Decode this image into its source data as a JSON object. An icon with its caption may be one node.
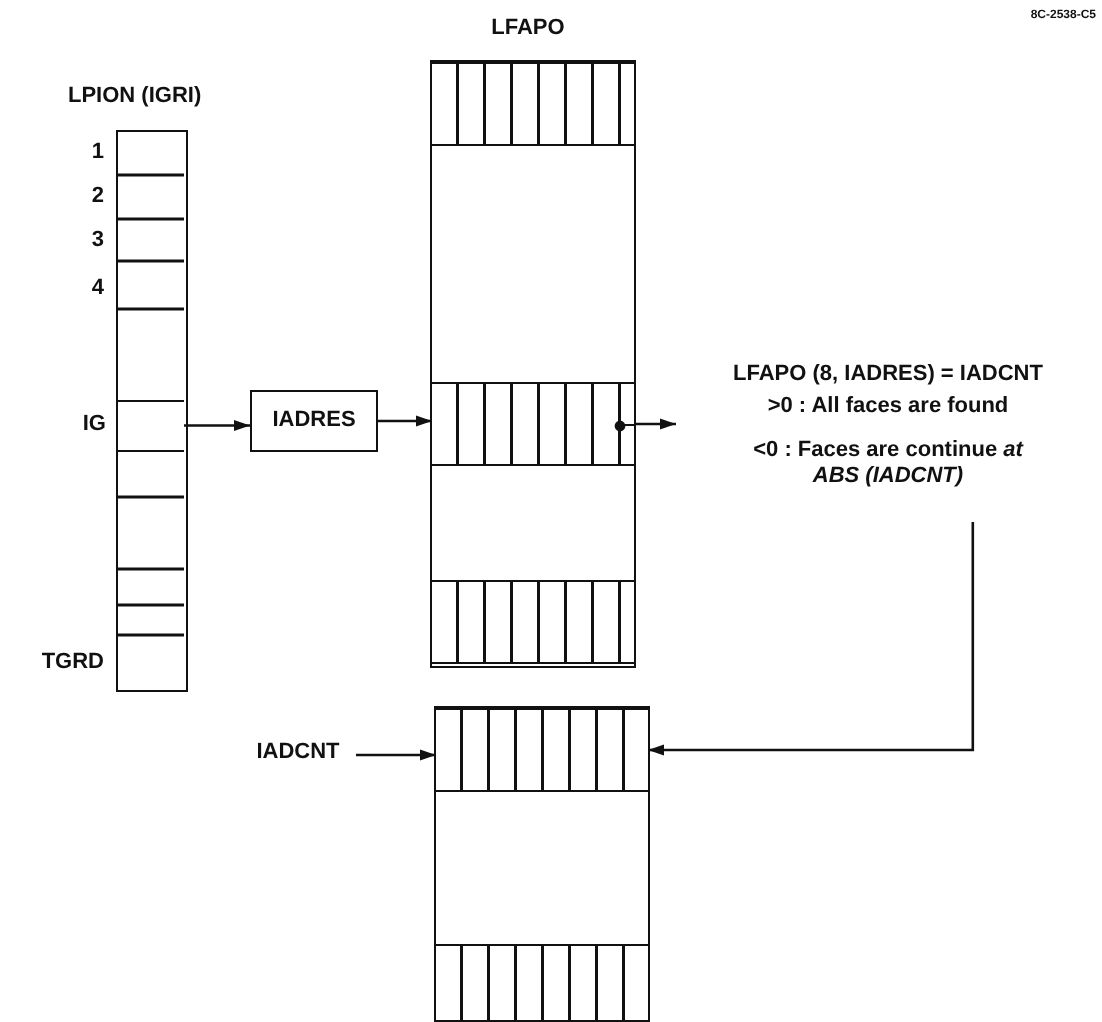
{
  "diagram": {
    "nodes": [
      {
        "text": [
          "LPION (IGRI)"
        ]
      },
      {
        "text": [],
        "shape": "box",
        "in": 0,
        "beside": [
          "IG"
        ]
      },
      {
        "text": [
          "IADRES"
        ]
      },
      {
        "text": [
          "LFAPO"
        ]
      },
      {
        "text": [],
        "shape": "box",
        "in": 3
      },
      {
        "text": [],
        "shape": "box",
        "in": 3
      },
      {
        "text": [],
        "shape": "box",
        "in": 3
      },
      {
        "text": [
          "LFAPO (8, IADRES) = IADCNT",
          ">0 : All faces are found",
          "<0 : Faces are continue *at ABS (IADCNT)*"
        ]
      },
      {
        "text": [],
        "shape": "box"
      },
      {
        "text": [],
        "shape": "box",
        "in": 8
      },
      {
        "text": [],
        "shape": "box",
        "in": 8
      },
      {
        "text": [
          "IADCNT"
        ]
      }
    ],
    "edges": [
      {
        "from": 1,
        "to": 2,
        "arrow": "to"
      },
      {
        "from": 2,
        "to": 5,
        "arrow": "to"
      },
      {
        "from": 5,
        "to": 7,
        "arrow": "to"
      },
      {
        "from": 7,
        "to": 9,
        "arrow": "to"
      },
      {
        "from": 11,
        "to": 9,
        "arrow": "to"
      }
    ],
    "labels": [
      "8C-2538-C5",
      "1",
      "2",
      "3",
      "4",
      "TGRD"
    ]
  }
}
